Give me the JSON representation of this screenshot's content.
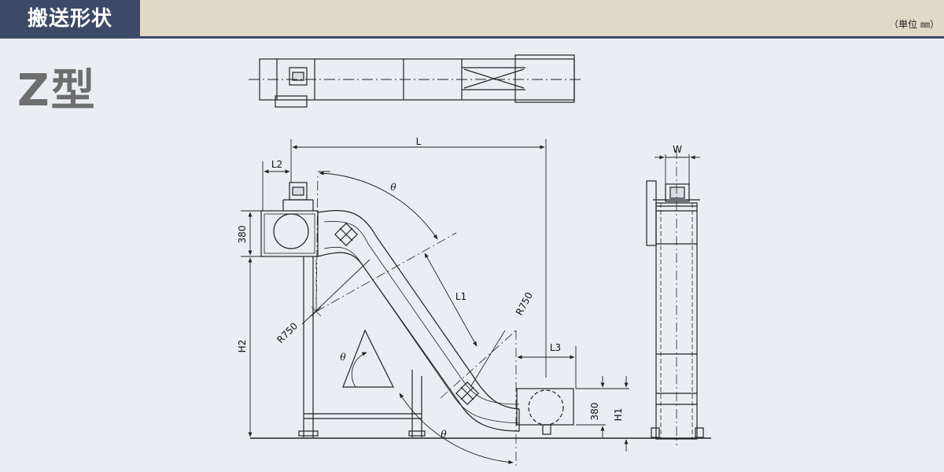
{
  "header": {
    "section_title": "搬送形状",
    "unit_note": "（単位 ㎜）"
  },
  "type_title": "Z型",
  "dimensions": {
    "L": "L",
    "L1": "L1",
    "L2": "L2",
    "L3": "L3",
    "H1": "H1",
    "H2": "H2",
    "W": "W",
    "height_top": "380",
    "height_bottom": "380",
    "radius_upper": "R750",
    "radius_lower": "R750",
    "angle_symbol": "θ"
  },
  "colors": {
    "tab": "#3c4a68",
    "band": "#e1d9c7",
    "background": "#eaeef2",
    "line": "#222222"
  }
}
